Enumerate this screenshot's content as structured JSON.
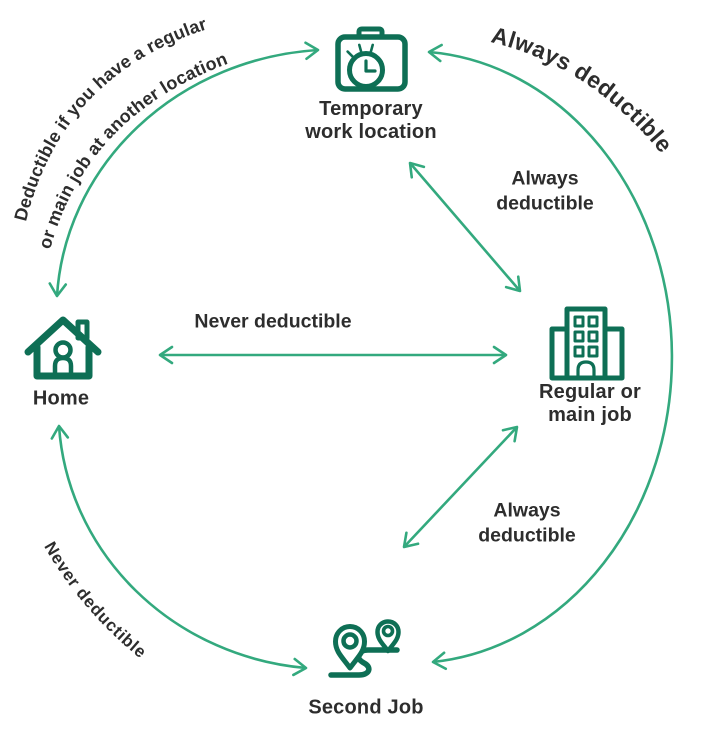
{
  "title": "When are transportation expenses deductible diagram",
  "colors": {
    "background": "#ffffff",
    "icon": "#0e6f55",
    "arrow": "#33a97e",
    "text": "#2d2d2d"
  },
  "nodes": {
    "temporary": {
      "label": "Temporary\nwork location",
      "icon": "briefcase-clock-icon"
    },
    "home": {
      "label": "Home",
      "icon": "house-person-icon"
    },
    "regular": {
      "label": "Regular or\nmain job",
      "icon": "office-building-icon"
    },
    "second": {
      "label": "Second Job",
      "icon": "map-pins-route-icon"
    }
  },
  "edges": {
    "home_temporary": {
      "label": "Deductible if you have a regular or main job at another location",
      "label_line1": "Deductible if you have a regular",
      "label_line2": "or main job at another location",
      "style": "curved-arc, double-headed"
    },
    "temporary_second": {
      "label": "Always deductible",
      "style": "curved-arc, double-headed"
    },
    "home_regular": {
      "label": "Never deductible",
      "style": "straight-horizontal, double-headed"
    },
    "temporary_regular": {
      "label": "Always\ndeductible",
      "style": "straight-diagonal, double-headed"
    },
    "regular_second": {
      "label": "Always\ndeductible",
      "style": "straight-diagonal, double-headed"
    },
    "home_second": {
      "label": "Never deductible",
      "style": "curved-arc, double-headed"
    }
  }
}
